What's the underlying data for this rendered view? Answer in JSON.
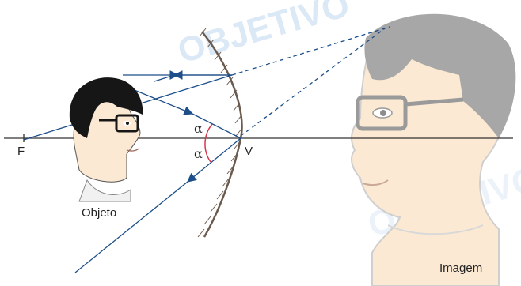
{
  "labels": {
    "focus": "F",
    "vertex": "V",
    "angle_incident": "α",
    "angle_reflected": "α",
    "object": "Objeto",
    "image": "Imagem"
  },
  "watermark": "OBJETIVO",
  "colors": {
    "ray": "#1c4e89",
    "mirror": "#6b5a4e",
    "axis": "#333333",
    "angle_arc": "#d6374a",
    "skin": "#fbe9d3",
    "hair": "#161616",
    "image_hair": "#a7a7a7",
    "image_outline": "#cfcfcf",
    "watermark": "#dbe8f5"
  },
  "icons": [
    "boy-object-head",
    "boy-virtual-image-head",
    "convex-mirror"
  ]
}
